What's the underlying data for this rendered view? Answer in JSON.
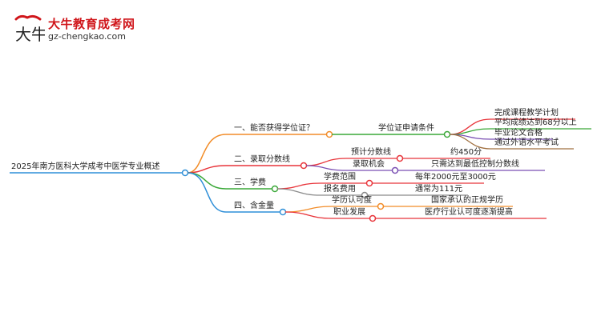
{
  "logo": {
    "title": "大牛教育成考网",
    "url": "gz-chengkao.com",
    "mark_text": "大牛"
  },
  "root": {
    "label": "2025年南方医科大学成考中医学专业概述"
  },
  "branches": [
    {
      "label": "一、能否获得学位证？",
      "color": "#f28c28",
      "sub": {
        "label": "学位证申请条件",
        "color": "#3aa838",
        "leaves": [
          "完成课程教学计划",
          "平均成绩达到68分以上",
          "毕业论文合格",
          "通过外语水平考试"
        ],
        "leaf_colors": [
          "#e8343a",
          "#3aa838",
          "#7a4fb3",
          "#a07040"
        ]
      }
    },
    {
      "label": "二、录取分数线",
      "color": "#e8343a",
      "items": [
        {
          "label": "预计分数线",
          "value": "约450分",
          "color": "#e8343a"
        },
        {
          "label": "录取机会",
          "value": "只需达到最低控制分数线",
          "color": "#7a4fb3"
        }
      ]
    },
    {
      "label": "三、学费",
      "color": "#3aa838",
      "items": [
        {
          "label": "学费范围",
          "value": "每年2000元至3000元",
          "color": "#e8343a"
        },
        {
          "label": "报名费用",
          "value": "通常为111元",
          "color": "#8a8a8a"
        }
      ]
    },
    {
      "label": "四、含金量",
      "color": "#2f8fd8",
      "items": [
        {
          "label": "学历认可度",
          "value": "国家承认的正规学历",
          "color": "#f28c28"
        },
        {
          "label": "职业发展",
          "value": "医疗行业认可度逐渐提高",
          "color": "#e8343a"
        }
      ]
    }
  ]
}
